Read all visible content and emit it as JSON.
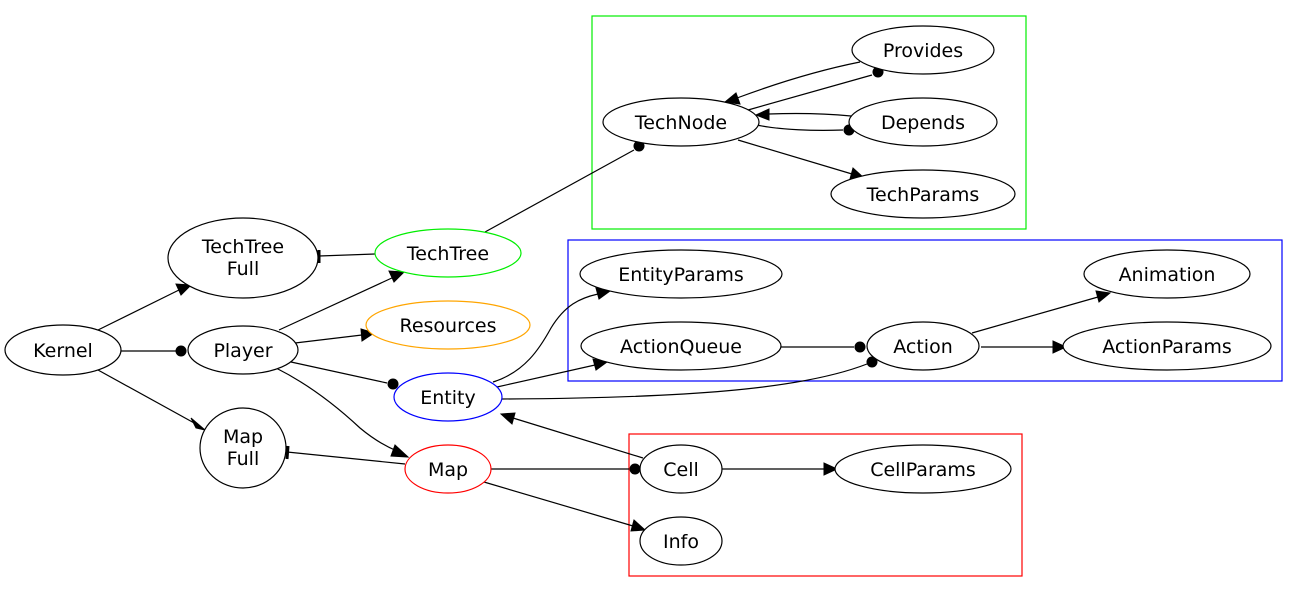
{
  "nodes": {
    "kernel": "Kernel",
    "techtree_full": [
      "TechTree",
      "Full"
    ],
    "player": "Player",
    "map_full": [
      "Map",
      "Full"
    ],
    "techtree": "TechTree",
    "resources": "Resources",
    "entity": "Entity",
    "map": "Map",
    "technode": "TechNode",
    "provides": "Provides",
    "depends": "Depends",
    "techparams": "TechParams",
    "entityparams": "EntityParams",
    "actionqueue": "ActionQueue",
    "action": "Action",
    "animation": "Animation",
    "actionparams": "ActionParams",
    "cell": "Cell",
    "cellparams": "CellParams",
    "info": "Info"
  },
  "colors": {
    "edge": "#000000",
    "techtree": "#00ee00",
    "resources": "#ffa500",
    "entity": "#0000ff",
    "map": "#ff0000",
    "cluster_tech": "#00ee00",
    "cluster_entity": "#0000ff",
    "cluster_map": "#ff0000"
  },
  "edges": [
    {
      "from": "kernel",
      "to": "techtree_full",
      "head": "arrow"
    },
    {
      "from": "kernel",
      "to": "player",
      "head": "dot"
    },
    {
      "from": "kernel",
      "to": "map_full",
      "head": "arrow"
    },
    {
      "from": "techtree",
      "to": "techtree_full",
      "head": "tee"
    },
    {
      "from": "player",
      "to": "techtree",
      "head": "arrow"
    },
    {
      "from": "player",
      "to": "resources",
      "head": "arrow"
    },
    {
      "from": "player",
      "to": "entity",
      "head": "dot"
    },
    {
      "from": "player",
      "to": "map",
      "head": "arrow"
    },
    {
      "from": "map",
      "to": "map_full",
      "head": "tee"
    },
    {
      "from": "techtree",
      "to": "technode",
      "head": "dot"
    },
    {
      "from": "technode",
      "to": "provides",
      "head": "dot"
    },
    {
      "from": "provides",
      "to": "technode",
      "head": "arrow"
    },
    {
      "from": "technode",
      "to": "depends",
      "head": "dot"
    },
    {
      "from": "depends",
      "to": "technode",
      "head": "arrow"
    },
    {
      "from": "technode",
      "to": "techparams",
      "head": "arrow"
    },
    {
      "from": "entity",
      "to": "entityparams",
      "head": "arrow"
    },
    {
      "from": "entity",
      "to": "actionqueue",
      "head": "arrow"
    },
    {
      "from": "entity",
      "to": "action",
      "head": "dot"
    },
    {
      "from": "actionqueue",
      "to": "action",
      "head": "dot"
    },
    {
      "from": "action",
      "to": "animation",
      "head": "arrow"
    },
    {
      "from": "action",
      "to": "actionparams",
      "head": "arrow"
    },
    {
      "from": "cell",
      "to": "entity",
      "head": "arrow"
    },
    {
      "from": "map",
      "to": "cell",
      "head": "dot"
    },
    {
      "from": "map",
      "to": "info",
      "head": "arrow"
    },
    {
      "from": "cell",
      "to": "cellparams",
      "head": "arrow"
    }
  ]
}
